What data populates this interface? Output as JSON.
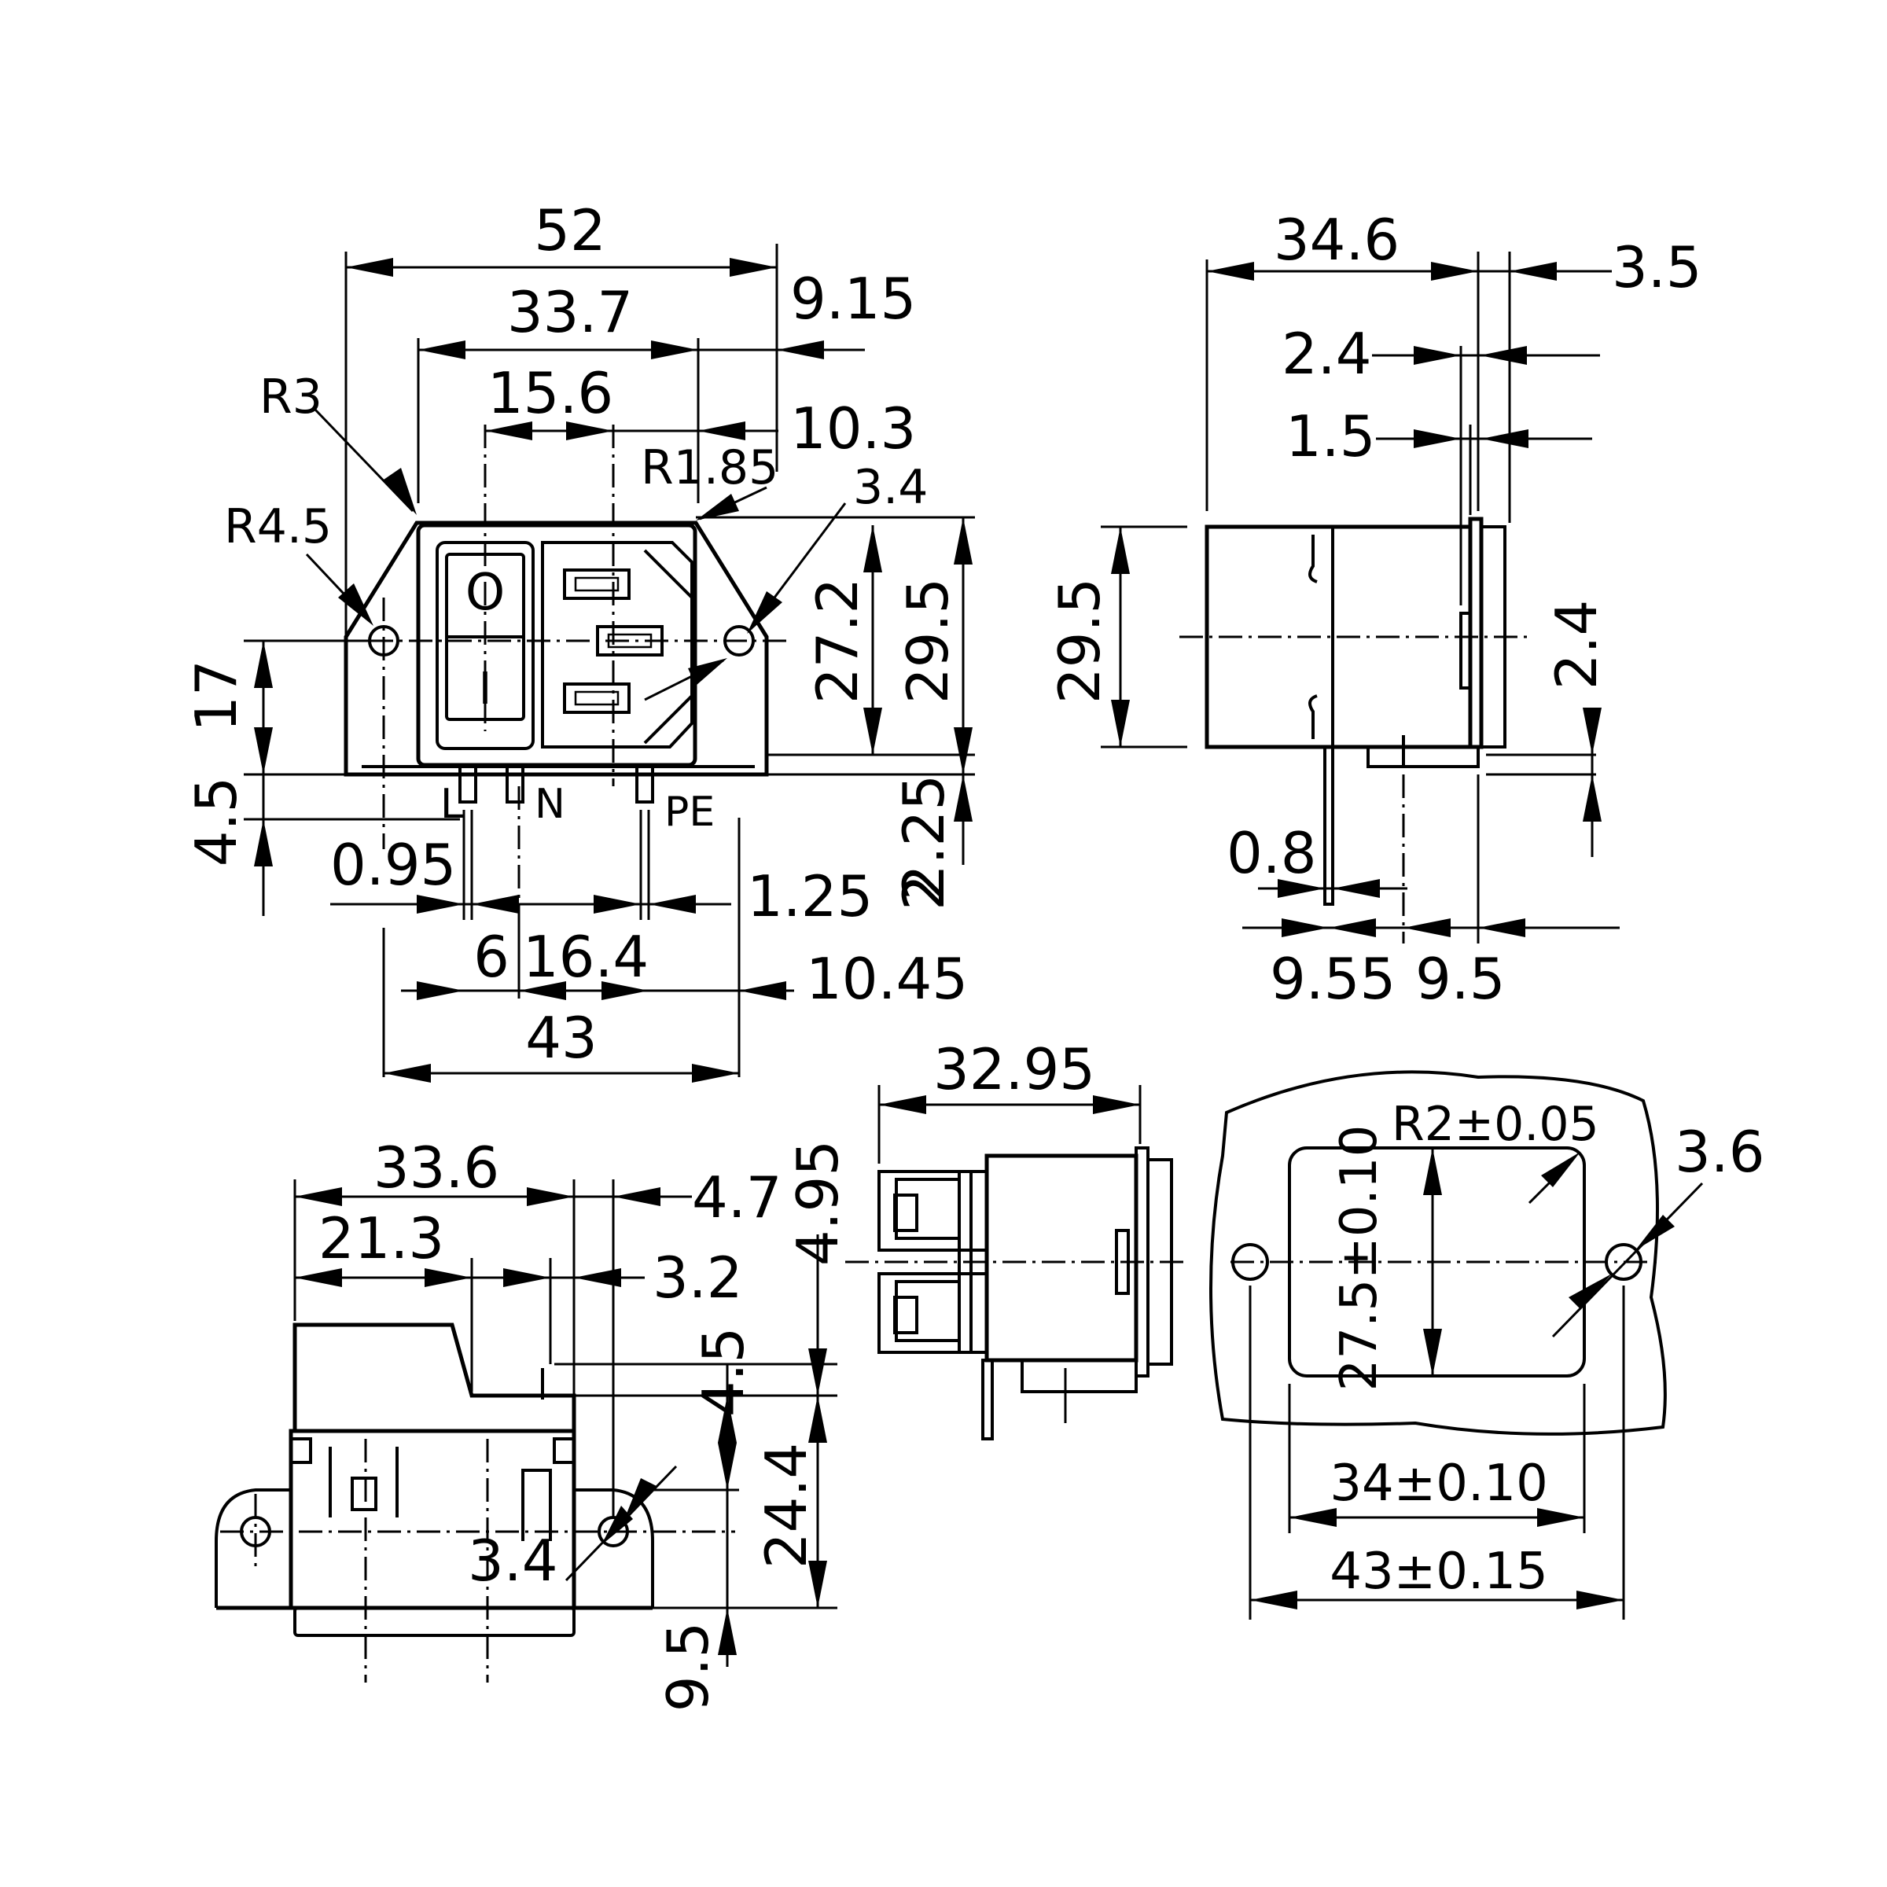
{
  "front_view": {
    "dims": [
      "52",
      "33.7",
      "9.15",
      "15.6",
      "10.3",
      "R3",
      "R1.85",
      "3.4",
      "R4.5",
      "27.2",
      "29.5",
      "17",
      "4.5",
      "2.25",
      "2",
      "0.95",
      "1.25",
      "6",
      "16.4",
      "10.45",
      "43"
    ],
    "pins": [
      "L",
      "N",
      "PE"
    ],
    "switch": [
      "O",
      "I"
    ]
  },
  "side_view": {
    "dims": [
      "34.6",
      "3.5",
      "2.4",
      "1.5",
      "29.5",
      "2.4",
      "0.8",
      "9.55",
      "9.5"
    ]
  },
  "bottom_view": {
    "dims": [
      "33.6",
      "4.7",
      "21.3",
      "3.2",
      "4.95",
      "4.5",
      "24.4",
      "3.4",
      "9.5"
    ]
  },
  "rear_view": {
    "dims": [
      "32.95"
    ]
  },
  "panel_cutout": {
    "dims": [
      "R2±0.05",
      "3.6",
      "27.5±0.10",
      "34±0.10",
      "43±0.15"
    ]
  }
}
